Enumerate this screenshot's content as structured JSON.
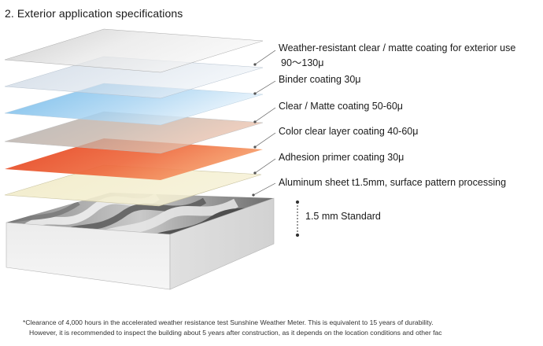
{
  "title": "2. Exterior application specifications",
  "layers": [
    {
      "label": "Weather-resistant clear / matte coating for exterior use",
      "label_line2": "90〜130μ",
      "color": "#c8c8c8"
    },
    {
      "label": "Binder coating 30μ",
      "color": "#d3dce6"
    },
    {
      "label": "Clear / Matte coating 50-60μ",
      "color": "#7cc0ec"
    },
    {
      "label": "Color clear layer coating 40-60μ",
      "color": "#c9c9c9"
    },
    {
      "label": "Adhesion primer coating 30μ",
      "color": "#e84a22"
    },
    {
      "label": "Aluminum sheet t1.5mm, surface pattern processing",
      "color": "#f1ecc6"
    }
  ],
  "thickness_label": "1.5 mm Standard",
  "footnote": {
    "line1": "*Clearance of 4,000 hours in the accelerated weather resistance test Sunshine Weather Meter. This is equivalent to 15 years of durability.",
    "line2": "However, it is recommended to inspect the building about 5 years after construction, as it depends on the location conditions and other fac"
  }
}
